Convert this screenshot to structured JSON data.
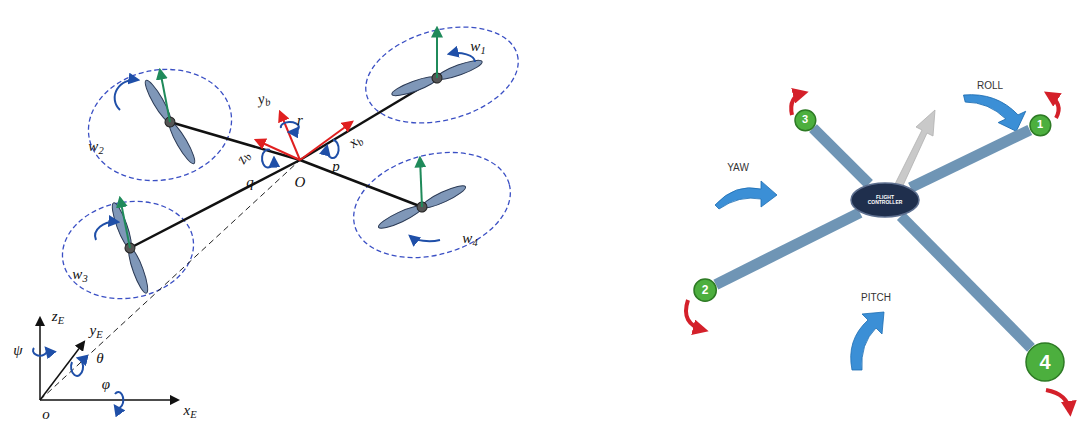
{
  "diagram": {
    "nodes": [
      {
        "text": [
          "FLIGHT CONTROLLER"
        ]
      },
      {
        "text": [
          "3"
        ]
      },
      {
        "text": [
          "1"
        ]
      },
      {
        "text": [
          "2"
        ]
      },
      {
        "text": [
          "4"
        ]
      }
    ],
    "edges": [
      {
        "from": 0,
        "to": 1,
        "arrow": "none"
      },
      {
        "from": 0,
        "to": 2,
        "arrow": "none"
      },
      {
        "from": 0,
        "to": 3,
        "arrow": "none"
      },
      {
        "from": 0,
        "to": 4,
        "arrow": "none"
      }
    ],
    "labels": [
      "w1",
      "w2",
      "w3",
      "w4",
      "yb",
      "xb",
      "zb",
      "r",
      "p",
      "q",
      "O",
      "zE",
      "yE",
      "xE",
      "ψ",
      "θ",
      "φ",
      "o",
      "ROLL",
      "YAW",
      "PITCH"
    ]
  }
}
